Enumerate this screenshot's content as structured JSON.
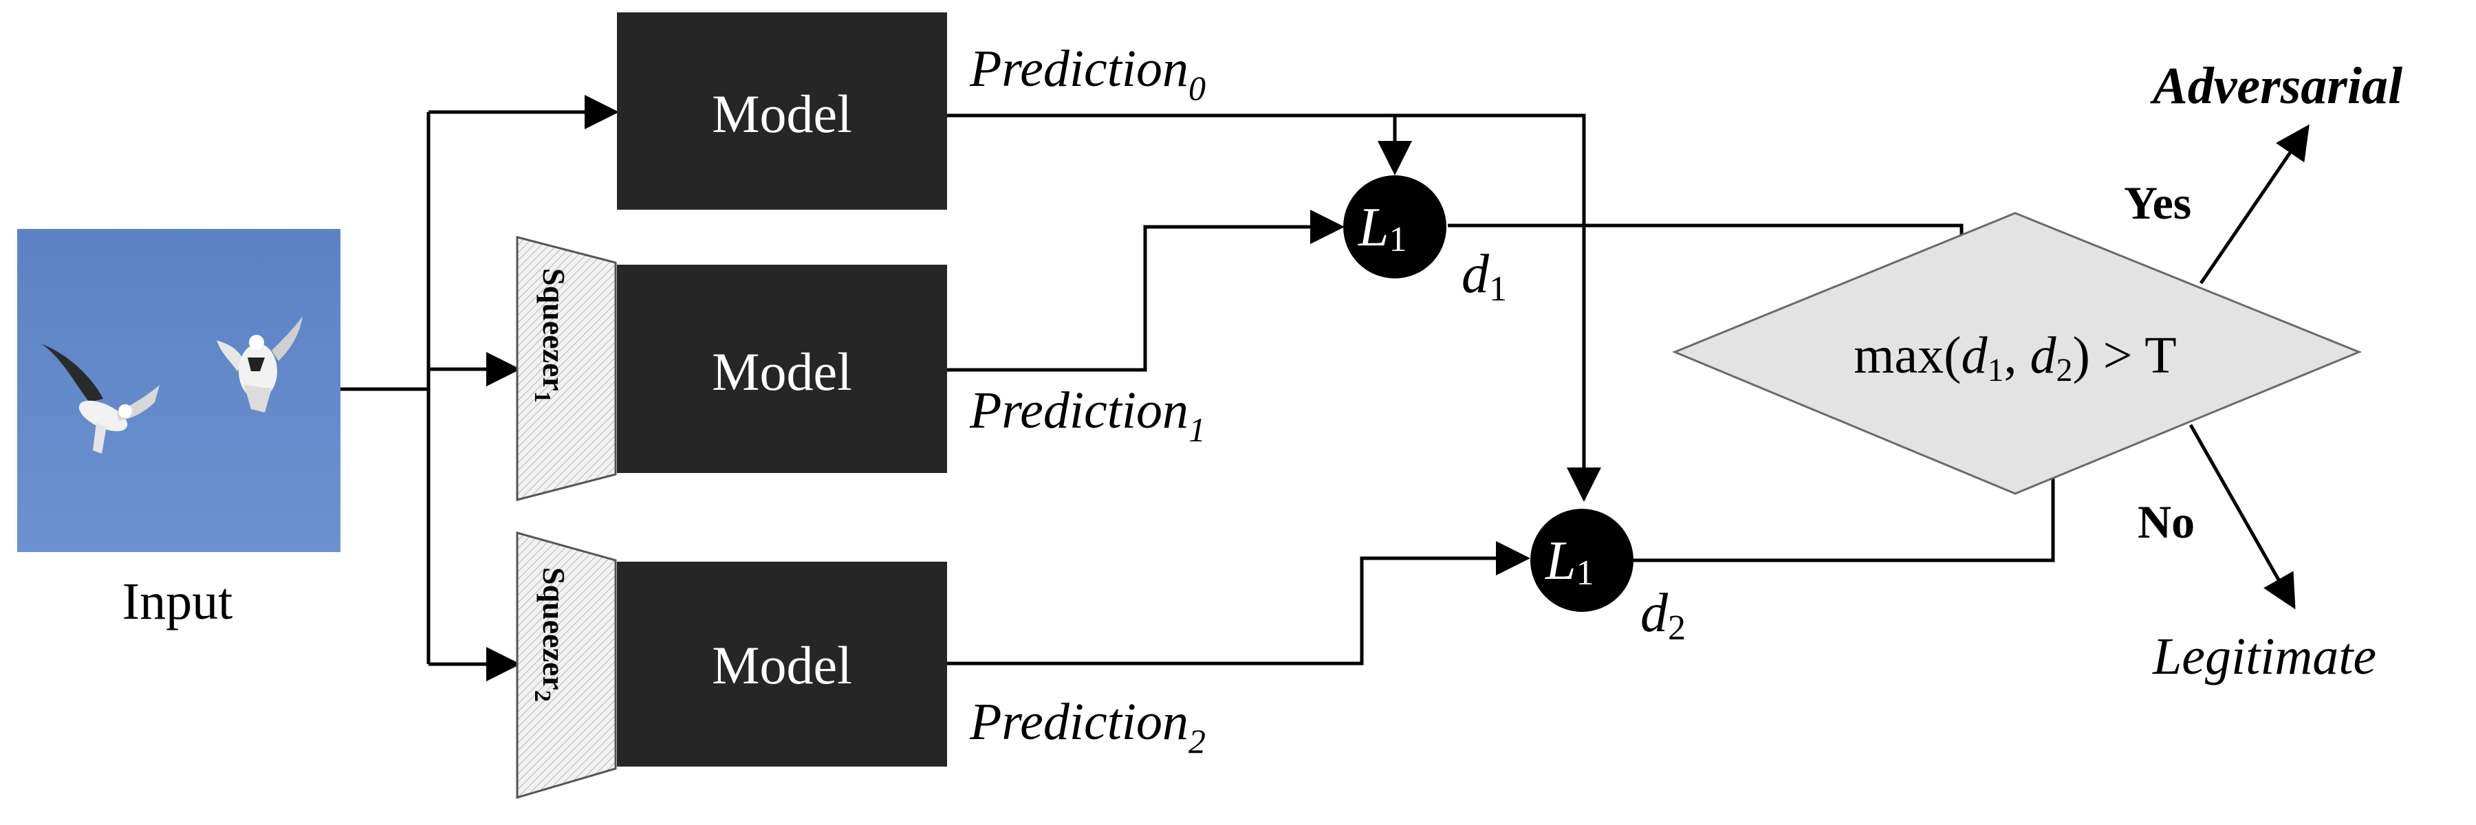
{
  "input": {
    "label": "Input"
  },
  "models": [
    {
      "label": "Model",
      "prediction": "Prediction",
      "prediction_sub": "0"
    },
    {
      "label": "Model",
      "prediction": "Prediction",
      "prediction_sub": "1",
      "squeezer": "Squeezer",
      "squeezer_sub": "1"
    },
    {
      "label": "Model",
      "prediction": "Prediction",
      "prediction_sub": "2",
      "squeezer": "Squeezer",
      "squeezer_sub": "2"
    }
  ],
  "l1_nodes": [
    {
      "label": "L",
      "sub": "1",
      "dist": "d",
      "dist_sub": "1"
    },
    {
      "label": "L",
      "sub": "1",
      "dist": "d",
      "dist_sub": "2"
    }
  ],
  "decision": {
    "cond_prefix": "max(",
    "cond_d1": "d",
    "cond_d1_sub": "1",
    "cond_sep": ", ",
    "cond_d2": "d",
    "cond_d2_sub": "2",
    "cond_suffix": ") > T"
  },
  "outcomes": {
    "yes": "Yes",
    "no": "No",
    "adversarial": "Adversarial",
    "legitimate": "Legitimate"
  },
  "colors": {
    "model_box": "#262626",
    "sky": "#5f86c8",
    "diamond_fill": "#e3e3e3",
    "squeezer_fill": "#f0f0f0"
  }
}
